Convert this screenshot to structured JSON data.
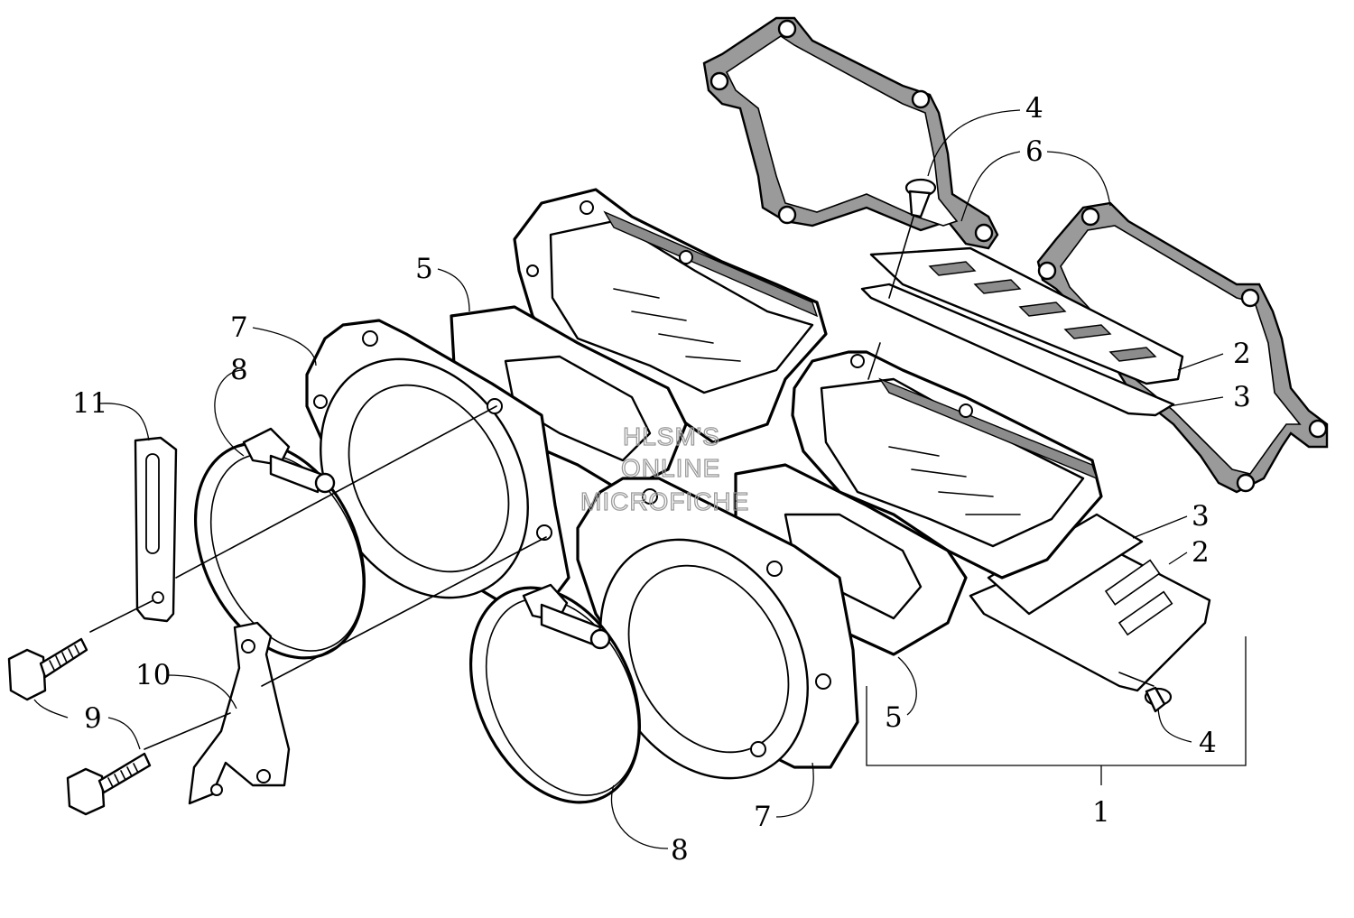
{
  "callouts": {
    "c1": "1",
    "c2a": "2",
    "c2b": "2",
    "c3a": "3",
    "c3b": "3",
    "c4a": "4",
    "c4b": "4",
    "c5a": "5",
    "c5b": "5",
    "c6": "6",
    "c7a": "7",
    "c7b": "7",
    "c8a": "8",
    "c8b": "8",
    "c9": "9",
    "c10": "10",
    "c11": "11"
  },
  "watermark": {
    "line1": "HLSM'S",
    "line2": "ONLINE",
    "line3": "MICROFICHE"
  },
  "colors": {
    "line": "#000000",
    "gasket_fill": "#9a9a9a",
    "background": "#ffffff"
  }
}
